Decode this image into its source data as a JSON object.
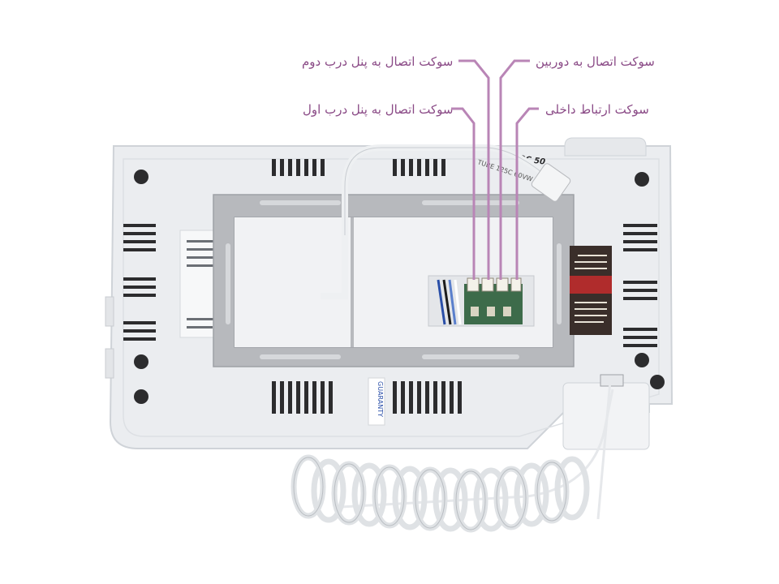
{
  "callouts": {
    "second_door_panel": "سوکت اتصال به پنل درب دوم",
    "camera": "سوکت اتصال به دوربین",
    "first_door_panel": "سوکت اتصال به پنل درب اول",
    "intercom": "سوکت ارتباط داخلی"
  },
  "device": {
    "model_mark": "QC 50",
    "cable_print": "TUBE 125C 60VW",
    "guarantee_sticker": "GUARANTY"
  },
  "colors": {
    "callout": "#b985b6",
    "callout_text": "#8a4a86",
    "housing": "#ebedf0",
    "bracket": "#b7b9bd",
    "pcb": "#3d6b4a"
  }
}
